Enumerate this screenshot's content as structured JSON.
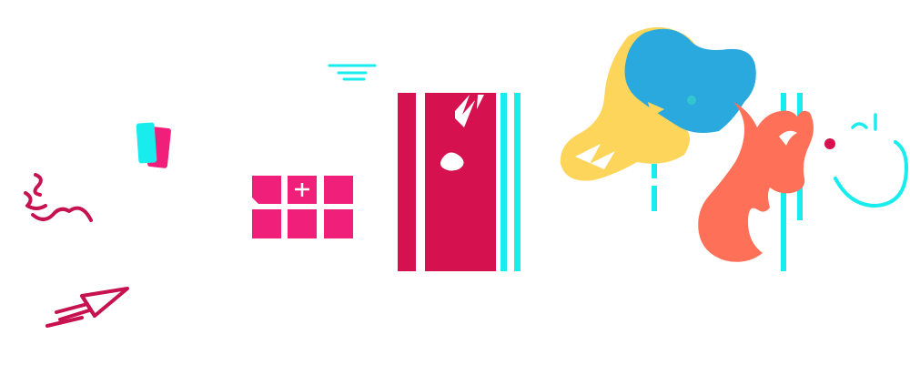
{
  "illustration": {
    "kind": "abstract decorative shapes",
    "text_present": false
  },
  "palette": {
    "background": "#ffffff",
    "magenta": "#ef1f7a",
    "crimson": "#d5124f",
    "deep_crimson": "#c6124e",
    "cyan": "#19ecec",
    "teal": "#34c6cf",
    "yellow": "#fcd55a",
    "blue": "#2aa9df",
    "coral": "#ff7058",
    "white": "#ffffff"
  },
  "elements": {
    "squiggle": "squiggle-icon",
    "paper_plane": "paper-plane-icon",
    "stacked_cards": "stacked-cards-icon",
    "tile_grid": "grid-icon",
    "crosshair": "crosshair-icon",
    "cyan_lines": "horizontal-lines-icon",
    "door": "door-icon",
    "yellow_blob": "yellow-blob-shape",
    "blue_blob": "blue-blob-shape",
    "flame": "flame-shape",
    "face": "smile-face-icon"
  }
}
